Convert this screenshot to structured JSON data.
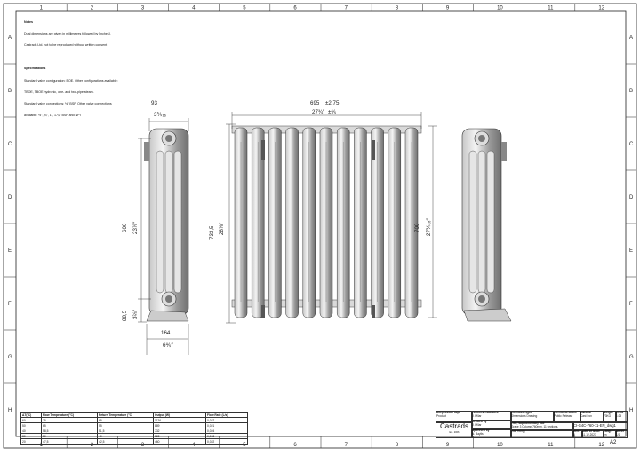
{
  "columns": [
    "1",
    "2",
    "3",
    "4",
    "5",
    "6",
    "7",
    "8",
    "9",
    "10",
    "11",
    "12"
  ],
  "rows": [
    "A",
    "B",
    "C",
    "D",
    "E",
    "F",
    "G",
    "H"
  ],
  "notes": {
    "heading": "Notes",
    "lines": [
      "Dual dimensions are given in millimetres followed by [inches].",
      "Castrads Ltd. not to be reproduced without written consent"
    ],
    "spec_heading": "Specifications",
    "spec_lines": [
      "Standard valve configuration: BOE. Other configurations available:",
      "TBOE, TBOE hydronic, one- and two-pipe steam.",
      "Standard valve connections: ½\" BSP. Other valve connections",
      "available: ½\", ¾\", 1\", 1-¼\" BSP and NPT"
    ]
  },
  "dims": {
    "depth_mm": "93",
    "depth_in": "3⅗₁₆",
    "width_mm": "695",
    "width_tol": "±2,75",
    "width_in": "27¾″",
    "width_tol_in": "±⅘",
    "height_total_mm": "733,5",
    "height_total_in": "28⅞″",
    "centres_mm": "600",
    "centres_in": "23⅞″",
    "height_mm": "700",
    "height_in": "27⅗₁₆″",
    "valve_mm": "88,5",
    "valve_in": "3⅔″",
    "base_mm": "164",
    "base_in": "6⅘″"
  },
  "flow_table": {
    "headers": [
      "ΔT(°C)",
      "Flow Temperature (°C)",
      "Return Temperature (°C)",
      "Output (W)",
      "Flow Rate (L/s)"
    ],
    "rows": [
      [
        "60",
        "75",
        "65",
        "1126",
        "0,027"
      ],
      [
        "50",
        "65",
        "55",
        "889",
        "0,021"
      ],
      [
        "40",
        "58,5",
        "51,5",
        "732",
        "0,024"
      ],
      [
        "30",
        "50",
        "40",
        "522",
        "0,013"
      ],
      [
        "20",
        "47,5",
        "42,5",
        "460",
        "0,022"
      ]
    ]
  },
  "title_block": {
    "responsible_dept_label": "Responsible dept.",
    "responsible_dept": "Product",
    "technical_ref_label": "Technical reference",
    "technical_ref": "J. Pillar",
    "created_by_label": "Created by",
    "created_by": "J. Pillar",
    "approved_by_label": "Approved by",
    "approved_by": "N. Baylis",
    "doc_type_label": "Document type",
    "doc_type": "Dimensions Drawing",
    "doc_status_label": "Document status",
    "doc_status": "Public Release",
    "material_label": "Material",
    "material": "Cast Iron",
    "weight_label": "Weight",
    "weight": "73KG",
    "scale_label": "Scale",
    "scale": "1:25",
    "title_label": "Title, supplementary title",
    "title": "Grace 3 Column 760mm, 11 sections,",
    "subtitle": "Wall Hung)",
    "doc_number": "CI-G4C-760-11-EN_dwg1",
    "rev_label": "Rev.",
    "rev": "A",
    "date_label": "Date of issue",
    "date": "11.12.2023",
    "lang_label": "Lang.",
    "lang": "en",
    "sheet_label": "Sheet",
    "sheet": "1/1",
    "logo": "Castrads",
    "logo_sub": "Est. 2006",
    "size": "A2"
  }
}
